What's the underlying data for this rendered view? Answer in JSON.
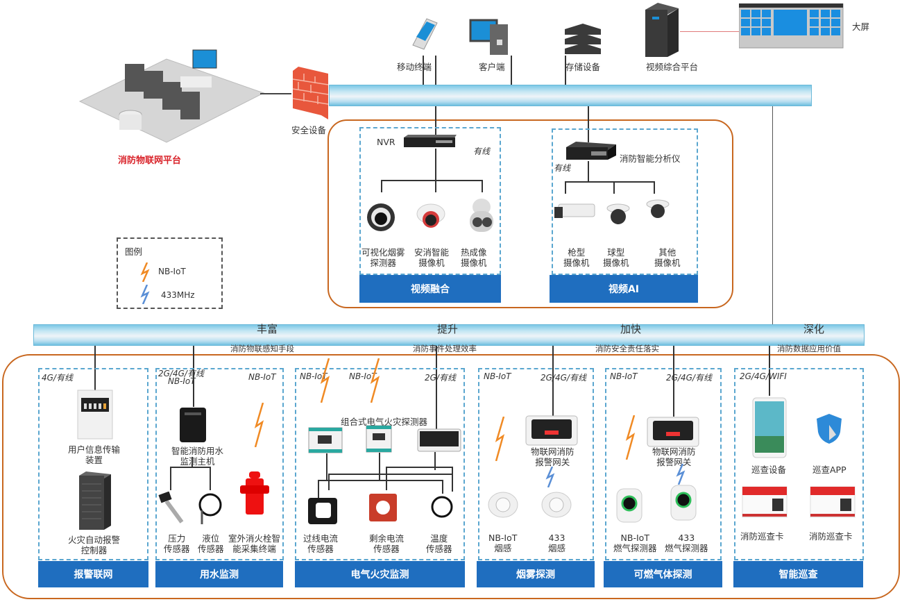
{
  "top": {
    "platform_label": "消防物联网平台",
    "security_label": "安全设备",
    "devices": [
      {
        "name": "移动终端"
      },
      {
        "name": "客户端"
      },
      {
        "name": "存储设备"
      },
      {
        "name": "视频综合平台"
      }
    ],
    "big_screen": "大屏"
  },
  "video_section": {
    "fusion": {
      "nvr_label": "NVR",
      "link": "有线",
      "cameras": [
        {
          "l1": "可视化烟雾",
          "l2": "探测器"
        },
        {
          "l1": "安消智能",
          "l2": "摄像机"
        },
        {
          "l1": "热成像",
          "l2": "摄像机"
        }
      ],
      "title": "视频融合"
    },
    "ai": {
      "analyzer_label": "消防智能分析仪",
      "link": "有线",
      "cameras": [
        {
          "l1": "枪型",
          "l2": "摄像机"
        },
        {
          "l1": "球型",
          "l2": "摄像机"
        },
        {
          "l1": "其他",
          "l2": "摄像机"
        }
      ],
      "title": "视频AI"
    }
  },
  "legend": {
    "title": "图例",
    "items": [
      {
        "label": "NB-IoT",
        "color": "#f08a24"
      },
      {
        "label": "433MHz",
        "color": "#5a8fd6"
      }
    ]
  },
  "middle_bus": {
    "goals": [
      {
        "verb": "丰富",
        "desc": "消防物联感知手段"
      },
      {
        "verb": "提升",
        "desc": "消防事件处理效率"
      },
      {
        "verb": "加快",
        "desc": "消防安全责任落实"
      },
      {
        "verb": "深化",
        "desc": "消防数据应用价值"
      }
    ]
  },
  "subsystems": [
    {
      "title": "报警联网",
      "links": [
        "4G/有线"
      ],
      "items": [
        {
          "l1": "用户信息传输",
          "l2": "装置"
        },
        {
          "l1": "火灾自动报警",
          "l2": "控制器"
        }
      ]
    },
    {
      "title": "用水监测",
      "links": [
        "2G/4G/有线",
        "NB-IoT",
        "NB-IoT"
      ],
      "items": [
        {
          "l1": "智能消防用水",
          "l2": "监测主机"
        },
        {
          "l1": "压力",
          "l2": "传感器"
        },
        {
          "l1": "液位",
          "l2": "传感器"
        },
        {
          "l1": "室外消火栓智",
          "l2": "能采集终端"
        }
      ]
    },
    {
      "title": "电气火灾监测",
      "links": [
        "NB-IoT",
        "NB-IoT",
        "2G/有线"
      ],
      "group_label": "组合式电气火灾探测器",
      "items": [
        {
          "l1": "过线电流",
          "l2": "传感器"
        },
        {
          "l1": "剩余电流",
          "l2": "传感器"
        },
        {
          "l1": "温度",
          "l2": "传感器"
        }
      ]
    },
    {
      "title": "烟雾探测",
      "links": [
        "NB-IoT",
        "2G/4G/有线"
      ],
      "items": [
        {
          "l1": "物联网消防",
          "l2": "报警网关"
        },
        {
          "l1": "NB-IoT",
          "l2": "烟感"
        },
        {
          "l1": "433",
          "l2": "烟感"
        }
      ]
    },
    {
      "title": "可燃气体探测",
      "links": [
        "NB-IoT",
        "2G/4G/有线"
      ],
      "items": [
        {
          "l1": "物联网消防",
          "l2": "报警网关"
        },
        {
          "l1": "NB-IoT",
          "l2": "燃气探测器"
        },
        {
          "l1": "433",
          "l2": "燃气探测器"
        }
      ]
    },
    {
      "title": "智能巡查",
      "links": [
        "2G/4G/WIFI"
      ],
      "items": [
        {
          "l1": "巡查设备"
        },
        {
          "l1": "巡查APP"
        },
        {
          "l1": "消防巡查卡"
        },
        {
          "l1": "消防巡查卡"
        }
      ]
    }
  ],
  "colors": {
    "accent_blue": "#1f6ebf",
    "dashed_blue": "#5aa6cf",
    "orange_border": "#c8671f",
    "platform_red": "#d9232a"
  }
}
